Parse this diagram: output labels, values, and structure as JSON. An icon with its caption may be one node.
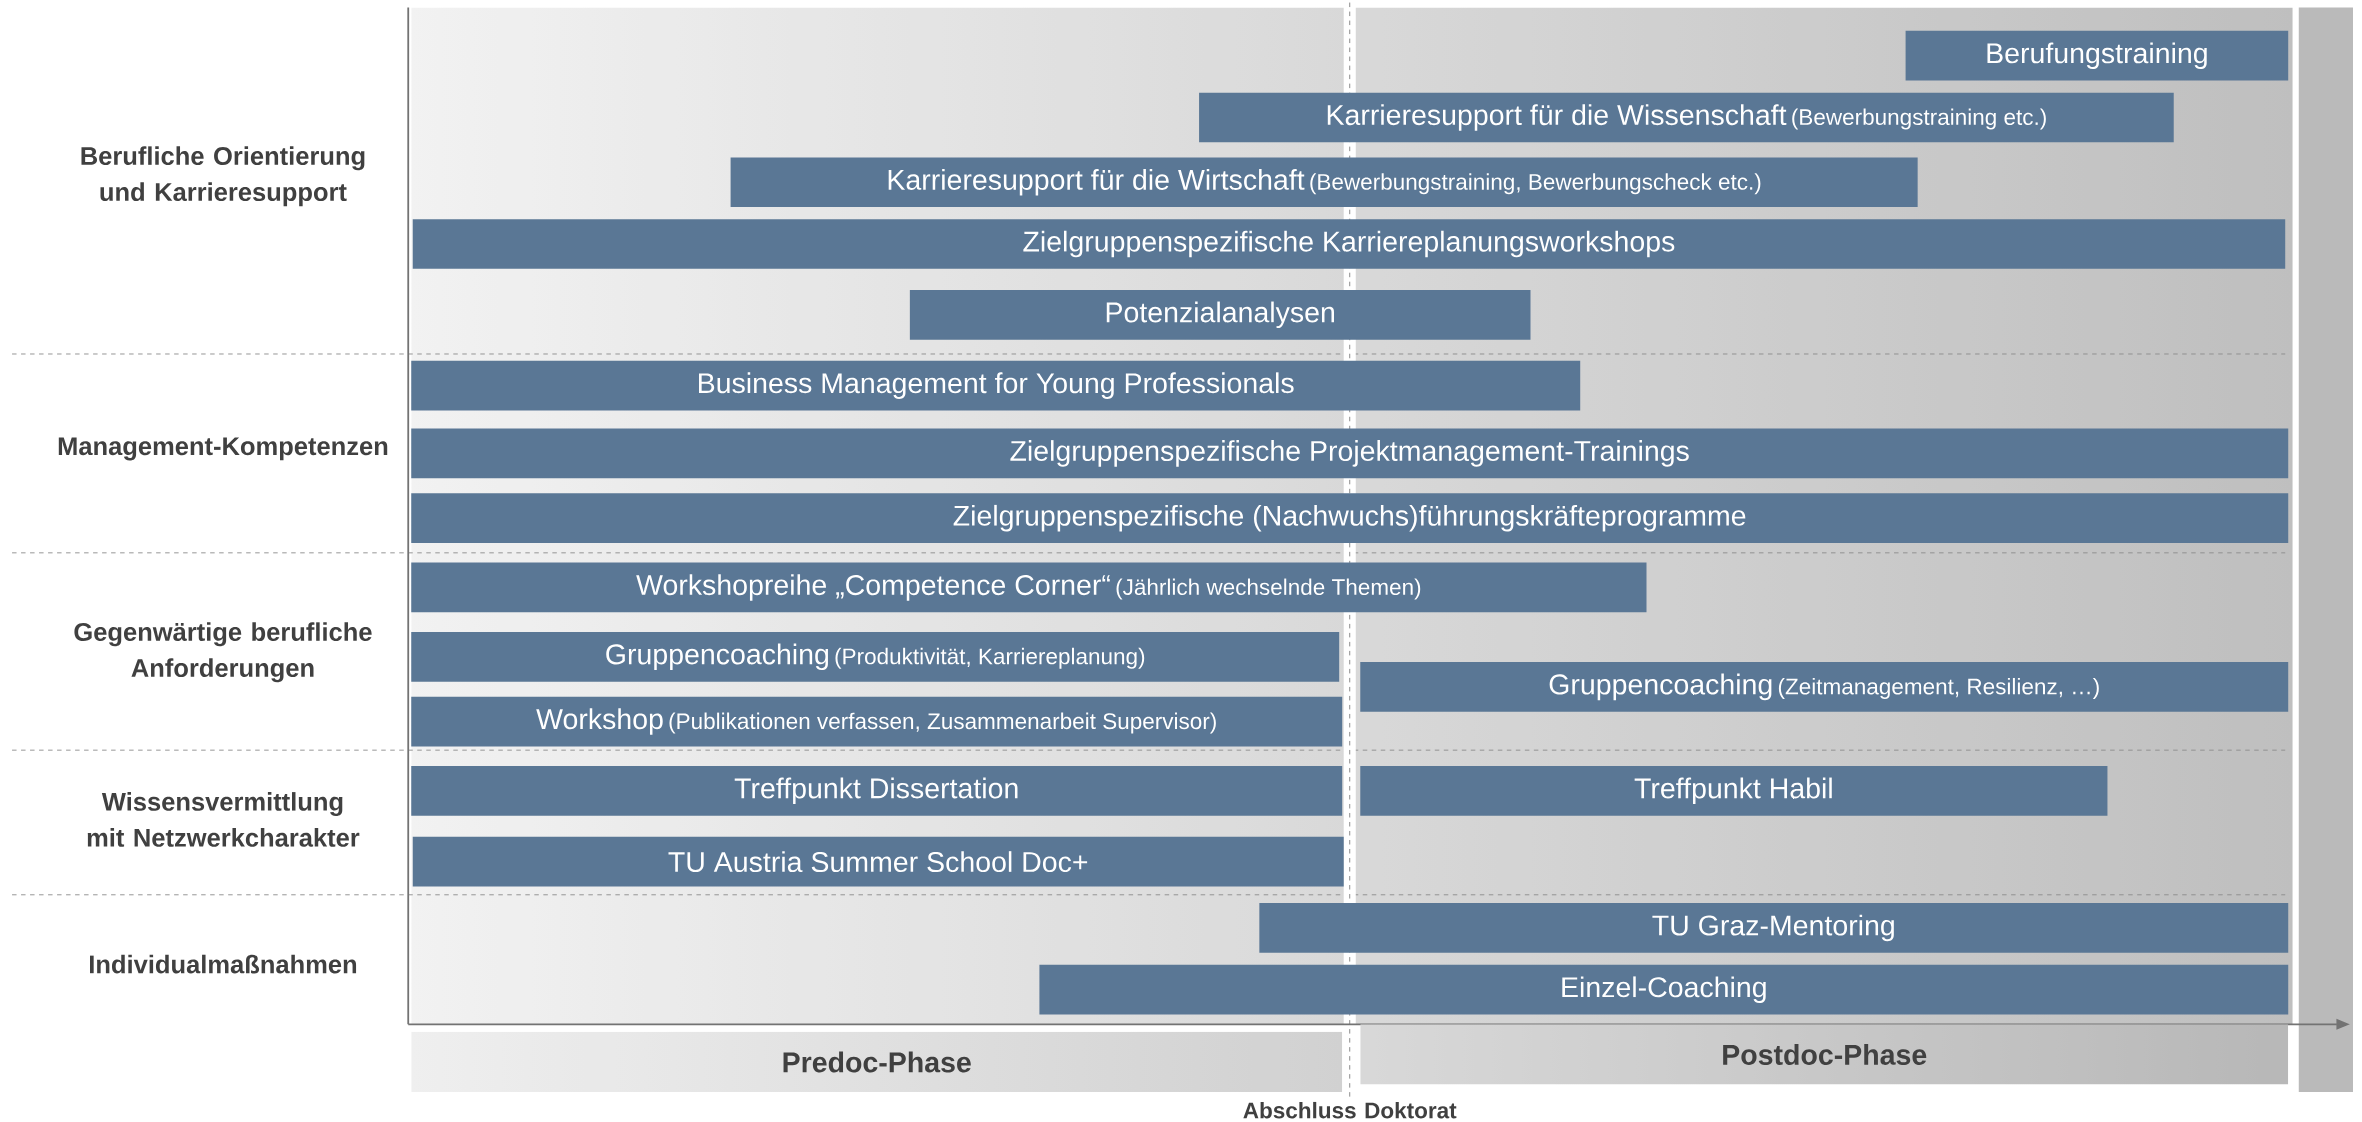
{
  "diagram": {
    "nodes": [
      {
        "text": [
          "Berufungstraining"
        ]
      },
      {
        "text": [
          "Karrieresupport für die Wissenschaft",
          "(Bewerbungstraining etc.)"
        ]
      },
      {
        "text": [
          "Karrieresupport für die Wirtschaft",
          "(Bewerbungstraining, Bewerbungscheck etc.)"
        ]
      },
      {
        "text": [
          "Zielgruppenspezifische Karriereplanungsworkshops"
        ]
      },
      {
        "text": [
          "Potenzialanalysen"
        ]
      },
      {
        "text": [
          "Business Management for Young Professionals"
        ]
      },
      {
        "text": [
          "Zielgruppenspezifische Projektmanagement-Trainings"
        ]
      },
      {
        "text": [
          "Zielgruppenspezifische (Nachwuchs)führungskräfteprogramme"
        ]
      },
      {
        "text": [
          "Workshopreihe „Competence Corner“",
          "(Jährlich wechselnde Themen)"
        ]
      },
      {
        "text": [
          "Gruppencoaching",
          "(Produktivität, Karriereplanung)"
        ]
      },
      {
        "text": [
          "Gruppencoaching",
          "(Zeitmanagement, Resilienz, …)"
        ]
      },
      {
        "text": [
          "Workshop",
          "(Publikationen verfassen, Zusammenarbeit Supervisor)"
        ]
      },
      {
        "text": [
          "Treffpunkt Dissertation"
        ]
      },
      {
        "text": [
          "Treffpunkt Habil"
        ]
      },
      {
        "text": [
          "TU Austria Summer School Doc+"
        ]
      },
      {
        "text": [
          "TU Graz-Mentoring"
        ]
      },
      {
        "text": [
          "Einzel-Coaching"
        ]
      },
      {
        "text": [
          "Predoc-Phase"
        ]
      },
      {
        "text": [
          "Postdoc-Phase"
        ]
      }
    ],
    "labels": [
      "Berufliche Orientierung und Karrieresupport",
      "Management-Kompetenzen",
      "Gegenwärtige berufliche Anforderungen",
      "Wissensvermittlung mit Netzwerkcharakter",
      "Individualmaßnahmen",
      "Abschluss Doktorat"
    ]
  }
}
